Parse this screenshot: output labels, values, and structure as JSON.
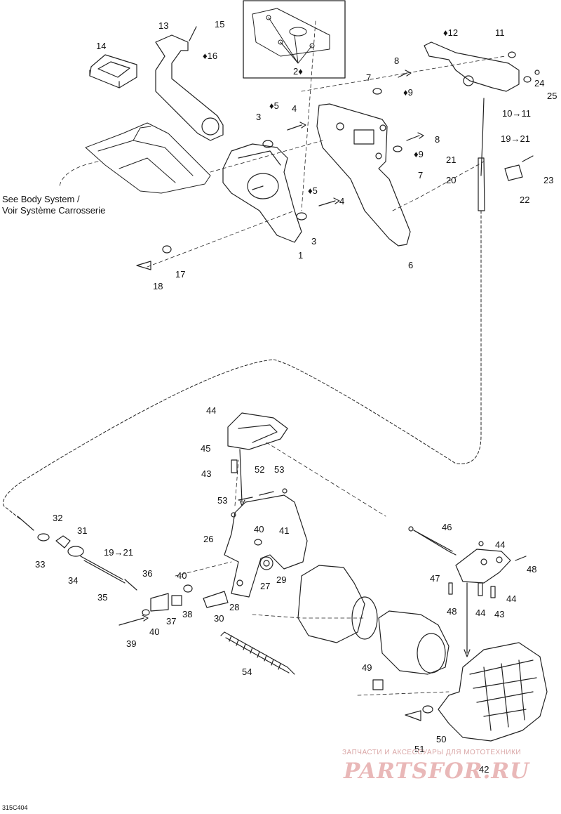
{
  "diagram_code": "315C404",
  "note": {
    "line1": "See Body System /",
    "line2": "Voir Système Carrosserie"
  },
  "watermark": {
    "top": "ЗАПЧАСТИ И АКСЕССУАРЫ ДЛЯ МОТОТЕХНИКИ",
    "main": "PARTSFOR.RU"
  },
  "drop_icon": "oil-drop-icon",
  "colors": {
    "line": "#222222",
    "watermark": "#e9b8b8"
  },
  "callouts": [
    {
      "id": "c13",
      "text": "13"
    },
    {
      "id": "c15",
      "text": "15"
    },
    {
      "id": "c16",
      "text": "♦16"
    },
    {
      "id": "c14",
      "text": "14"
    },
    {
      "id": "c2",
      "text": "2♦"
    },
    {
      "id": "c12",
      "text": "♦12"
    },
    {
      "id": "c11",
      "text": "11"
    },
    {
      "id": "c8a",
      "text": "8"
    },
    {
      "id": "c7a",
      "text": "7"
    },
    {
      "id": "c9a",
      "text": "♦9"
    },
    {
      "id": "c5a",
      "text": "♦5"
    },
    {
      "id": "c4a",
      "text": "4"
    },
    {
      "id": "c3a",
      "text": "3"
    },
    {
      "id": "c24",
      "text": "24"
    },
    {
      "id": "c25",
      "text": "25"
    },
    {
      "id": "c10",
      "text": "10→11"
    },
    {
      "id": "c8b",
      "text": "8"
    },
    {
      "id": "c19a",
      "text": "19→21"
    },
    {
      "id": "c9b",
      "text": "♦9"
    },
    {
      "id": "c21",
      "text": "21"
    },
    {
      "id": "c7b",
      "text": "7"
    },
    {
      "id": "c20",
      "text": "20"
    },
    {
      "id": "c23",
      "text": "23"
    },
    {
      "id": "c5b",
      "text": "♦5"
    },
    {
      "id": "c4b",
      "text": "4"
    },
    {
      "id": "c22",
      "text": "22"
    },
    {
      "id": "c3b",
      "text": "3"
    },
    {
      "id": "c1",
      "text": "1"
    },
    {
      "id": "c6",
      "text": "6"
    },
    {
      "id": "c17",
      "text": "17"
    },
    {
      "id": "c18",
      "text": "18"
    },
    {
      "id": "c44a",
      "text": "44"
    },
    {
      "id": "c45",
      "text": "45"
    },
    {
      "id": "c43a",
      "text": "43"
    },
    {
      "id": "c52",
      "text": "52"
    },
    {
      "id": "c53a",
      "text": "53"
    },
    {
      "id": "c53b",
      "text": "53"
    },
    {
      "id": "c40a",
      "text": "40"
    },
    {
      "id": "c41",
      "text": "41"
    },
    {
      "id": "c32",
      "text": "32"
    },
    {
      "id": "c31",
      "text": "31"
    },
    {
      "id": "c26",
      "text": "26"
    },
    {
      "id": "c46",
      "text": "46"
    },
    {
      "id": "c44b",
      "text": "44"
    },
    {
      "id": "c33",
      "text": "33"
    },
    {
      "id": "c19b",
      "text": "19→21"
    },
    {
      "id": "c34",
      "text": "34"
    },
    {
      "id": "c36",
      "text": "36"
    },
    {
      "id": "c40b",
      "text": "40"
    },
    {
      "id": "c27",
      "text": "27"
    },
    {
      "id": "c29",
      "text": "29"
    },
    {
      "id": "c48a",
      "text": "48"
    },
    {
      "id": "c47",
      "text": "47"
    },
    {
      "id": "c35",
      "text": "35"
    },
    {
      "id": "c28",
      "text": "28"
    },
    {
      "id": "c44c",
      "text": "44"
    },
    {
      "id": "c37",
      "text": "37"
    },
    {
      "id": "c38",
      "text": "38"
    },
    {
      "id": "c48b",
      "text": "48"
    },
    {
      "id": "c44d",
      "text": "44"
    },
    {
      "id": "c43b",
      "text": "43"
    },
    {
      "id": "c30",
      "text": "30"
    },
    {
      "id": "c39",
      "text": "39"
    },
    {
      "id": "c40c",
      "text": "40"
    },
    {
      "id": "c54",
      "text": "54"
    },
    {
      "id": "c49",
      "text": "49"
    },
    {
      "id": "c50",
      "text": "50"
    },
    {
      "id": "c51",
      "text": "51"
    },
    {
      "id": "c42",
      "text": "42"
    }
  ]
}
